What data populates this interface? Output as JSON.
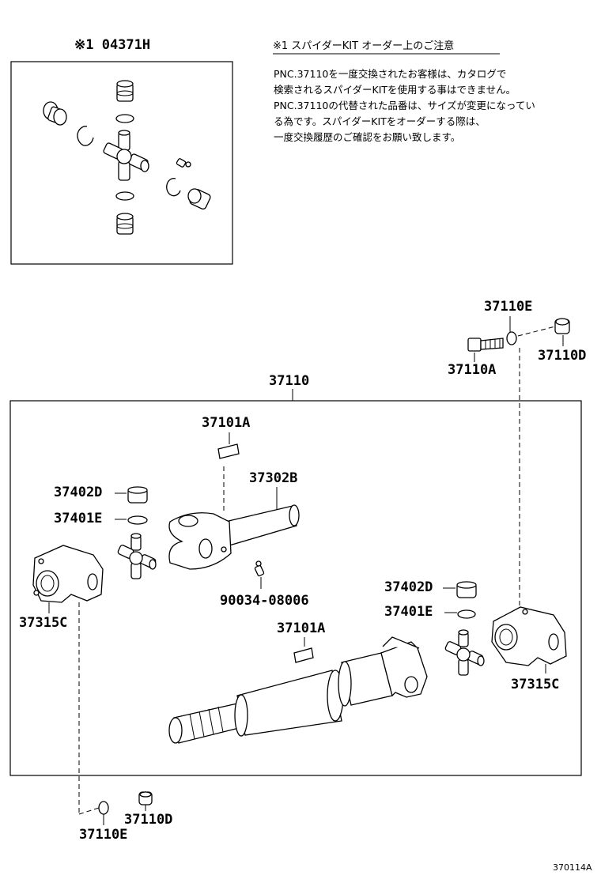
{
  "kit": {
    "part_number": "※1 04371H",
    "note_title": "※1  スパイダーKIT  オーダー上のご注意",
    "note_lines": [
      "PNC.37110を一度交換されたお客様は、カタログで",
      "検索されるスパイダーKITを使用する事はできません。",
      "PNC.37110の代替された品番は、サイズが変更になってい",
      "る為です。スパイダーKITをオーダーする際は、",
      "一度交換履歴のご確認をお願い致します。"
    ]
  },
  "labels": {
    "l_37110": "37110",
    "l_37110E_top": "37110E",
    "l_37110A": "37110A",
    "l_37110D_top": "37110D",
    "l_37101A_top": "37101A",
    "l_37302B": "37302B",
    "l_37402D_left": "37402D",
    "l_37401E_left": "37401E",
    "l_37315C_left": "37315C",
    "l_90034": "90034-08006",
    "l_37402D_right": "37402D",
    "l_37401E_right": "37401E",
    "l_37101A_mid": "37101A",
    "l_37315C_right": "37315C",
    "l_37110D_bottom": "37110D",
    "l_37110E_bottom": "37110E"
  },
  "catalog_number": "370114A"
}
